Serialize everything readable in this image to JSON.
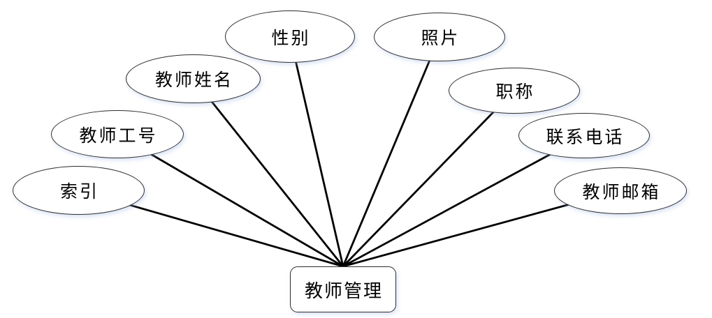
{
  "diagram": {
    "entity": {
      "label": "教师管理"
    },
    "attributes": [
      {
        "label": "索引"
      },
      {
        "label": "教师工号"
      },
      {
        "label": "教师姓名"
      },
      {
        "label": "性别"
      },
      {
        "label": "照片"
      },
      {
        "label": "职称"
      },
      {
        "label": "联系电话"
      },
      {
        "label": "教师邮箱"
      }
    ],
    "colors": {
      "shape_stroke": "#2e2e2e",
      "connector_line": "#000000",
      "shape_fill": "#ffffff",
      "text": "#000000",
      "background": "#ffffff"
    }
  }
}
